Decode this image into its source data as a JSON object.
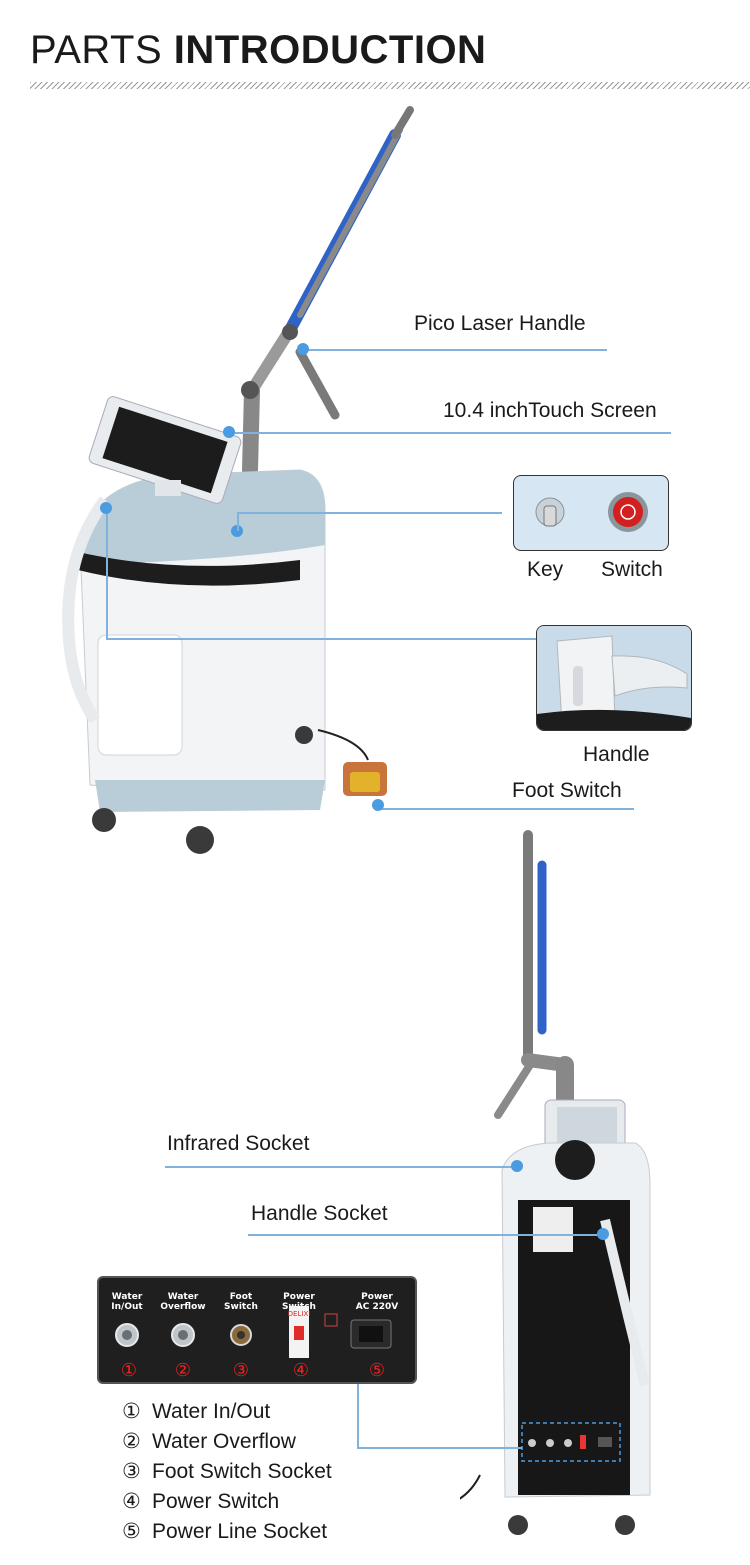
{
  "header": {
    "title_light": "PARTS",
    "title_bold": "INTRODUCTION"
  },
  "labels": {
    "pico_laser_handle": "Pico Laser Handle",
    "touch_screen": "10.4 inchTouch Screen",
    "key": "Key",
    "switch": "Switch",
    "handle": "Handle",
    "foot_switch": "Foot Switch",
    "infrared_socket": "Infrared Socket",
    "handle_socket": "Handle Socket"
  },
  "panel": {
    "headers": [
      {
        "line1": "Water",
        "line2": "In/Out"
      },
      {
        "line1": "Water",
        "line2": "Overflow"
      },
      {
        "line1": "Foot",
        "line2": "Switch"
      },
      {
        "line1": "Power",
        "line2": "Switch"
      },
      {
        "line1": "Power",
        "line2": "AC 220V"
      }
    ],
    "numbers": [
      "①",
      "②",
      "③",
      "④",
      "⑤"
    ],
    "breaker_brand": "DELIXI"
  },
  "legend": [
    {
      "num": "①",
      "text": "Water In/Out"
    },
    {
      "num": "②",
      "text": "Water Overflow"
    },
    {
      "num": "③",
      "text": "Foot Switch Socket"
    },
    {
      "num": "④",
      "text": "Power Switch"
    },
    {
      "num": "⑤",
      "text": "Power Line Socket"
    }
  ],
  "colors": {
    "accent_line": "#7fb2df",
    "dot": "#4a9be0",
    "machine_blue": "#2f63c8",
    "body_grey": "#b9cdd8"
  }
}
